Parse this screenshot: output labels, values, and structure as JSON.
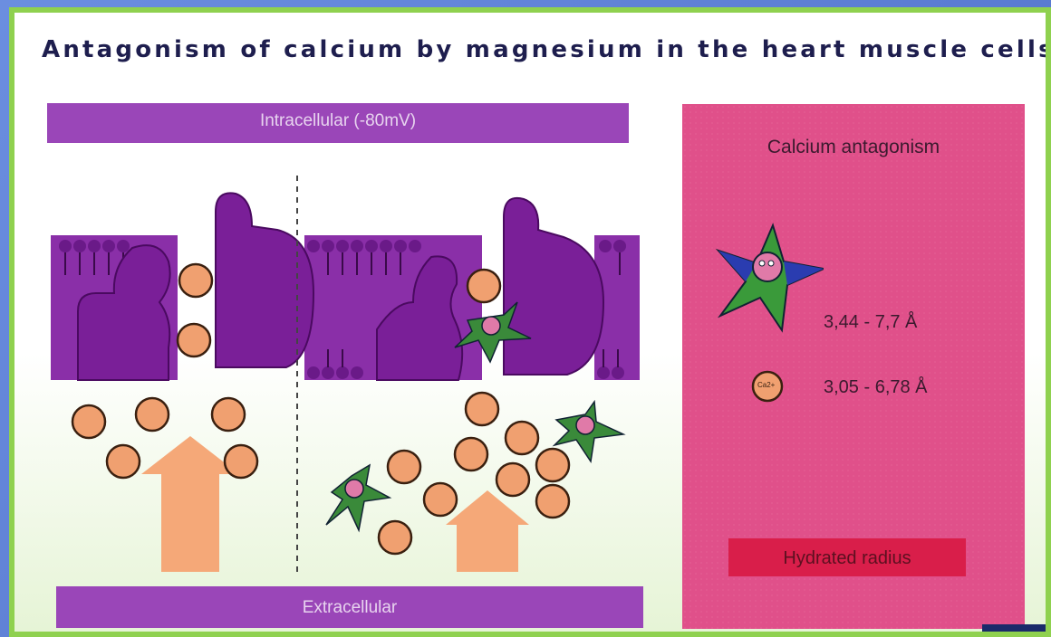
{
  "title": "Antagonism of calcium by magnesium in the heart muscle cells",
  "diagram": {
    "intracellular_label": "Intracellular (-80mV)",
    "extracellular_label": "Extracellular"
  },
  "panel": {
    "title": "Calcium antagonism",
    "magnesium_radius": "3,44 - 7,7 Å",
    "calcium_radius": "3,05 - 6,78 Å",
    "calcium_symbol": "Ca2+",
    "legend_label": "Hydrated radius"
  },
  "colors": {
    "membrane": "#8a2fa8",
    "calcium": "#f0a070",
    "panel": "#e0508a",
    "hydrated_band": "#d91e4a",
    "frame": "#8fd14f"
  }
}
